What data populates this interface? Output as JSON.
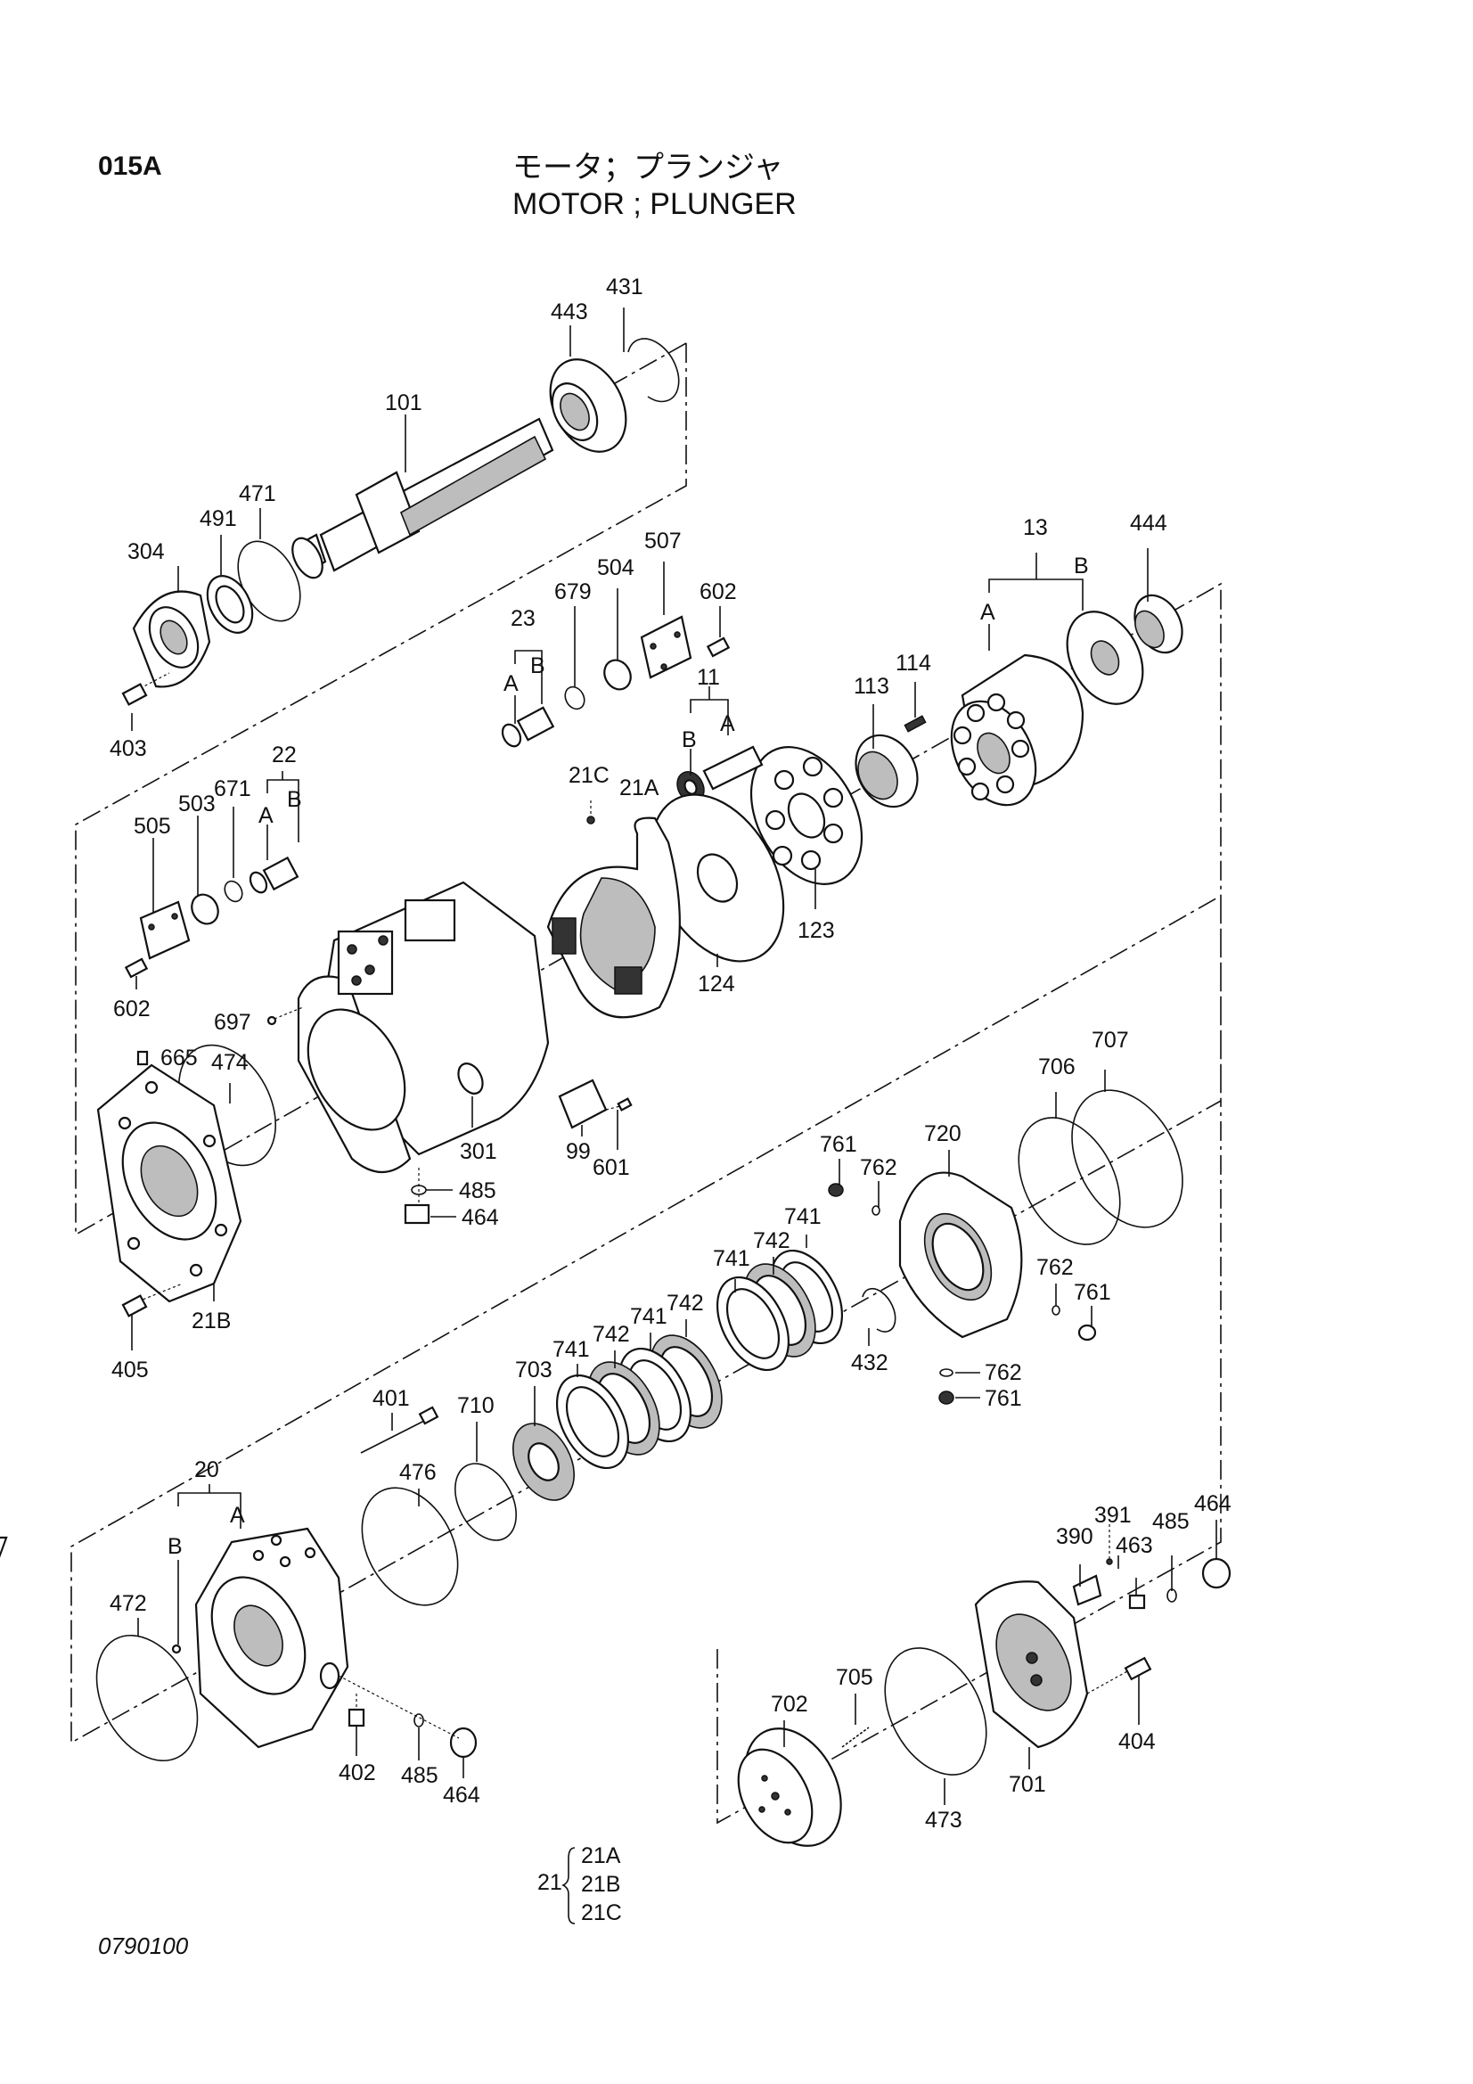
{
  "header": {
    "page_code": "015A",
    "title_jp": "モータ；プランジャ",
    "title_en": "MOTOR ; PLUNGER"
  },
  "footer": {
    "drawing_number": "0790100"
  },
  "callouts": [
    {
      "id": "431",
      "text": "431"
    },
    {
      "id": "443",
      "text": "443"
    },
    {
      "id": "101",
      "text": "101"
    },
    {
      "id": "471",
      "text": "471"
    },
    {
      "id": "491",
      "text": "491"
    },
    {
      "id": "304",
      "text": "304"
    },
    {
      "id": "403",
      "text": "403"
    },
    {
      "id": "507",
      "text": "507"
    },
    {
      "id": "504",
      "text": "504"
    },
    {
      "id": "679",
      "text": "679"
    },
    {
      "id": "602a",
      "text": "602"
    },
    {
      "id": "23",
      "text": "23"
    },
    {
      "id": "23A",
      "text": "A"
    },
    {
      "id": "23B",
      "text": "B"
    },
    {
      "id": "13",
      "text": "13"
    },
    {
      "id": "13A",
      "text": "A"
    },
    {
      "id": "13B",
      "text": "B"
    },
    {
      "id": "444",
      "text": "444"
    },
    {
      "id": "114",
      "text": "114"
    },
    {
      "id": "113",
      "text": "113"
    },
    {
      "id": "11",
      "text": "11"
    },
    {
      "id": "11A",
      "text": "A"
    },
    {
      "id": "11B",
      "text": "B"
    },
    {
      "id": "21C",
      "text": "21C"
    },
    {
      "id": "21A",
      "text": "21A"
    },
    {
      "id": "22",
      "text": "22"
    },
    {
      "id": "22A",
      "text": "A"
    },
    {
      "id": "22B",
      "text": "B"
    },
    {
      "id": "671",
      "text": "671"
    },
    {
      "id": "503",
      "text": "503"
    },
    {
      "id": "505",
      "text": "505"
    },
    {
      "id": "602b",
      "text": "602"
    },
    {
      "id": "123",
      "text": "123"
    },
    {
      "id": "124",
      "text": "124"
    },
    {
      "id": "697",
      "text": "697"
    },
    {
      "id": "665",
      "text": "665"
    },
    {
      "id": "474",
      "text": "474"
    },
    {
      "id": "301",
      "text": "301"
    },
    {
      "id": "99",
      "text": "99"
    },
    {
      "id": "601",
      "text": "601"
    },
    {
      "id": "485a",
      "text": "485"
    },
    {
      "id": "464a",
      "text": "464"
    },
    {
      "id": "405",
      "text": "405"
    },
    {
      "id": "21B",
      "text": "21B"
    },
    {
      "id": "707",
      "text": "707"
    },
    {
      "id": "706",
      "text": "706"
    },
    {
      "id": "720",
      "text": "720"
    },
    {
      "id": "761a",
      "text": "761"
    },
    {
      "id": "762a",
      "text": "762"
    },
    {
      "id": "741a",
      "text": "741"
    },
    {
      "id": "742a",
      "text": "742"
    },
    {
      "id": "741b",
      "text": "741"
    },
    {
      "id": "762b",
      "text": "762"
    },
    {
      "id": "761b",
      "text": "761"
    },
    {
      "id": "742b",
      "text": "742"
    },
    {
      "id": "741c",
      "text": "741"
    },
    {
      "id": "742c",
      "text": "742"
    },
    {
      "id": "741d",
      "text": "741"
    },
    {
      "id": "703",
      "text": "703"
    },
    {
      "id": "432",
      "text": "432"
    },
    {
      "id": "762c",
      "text": "762"
    },
    {
      "id": "761c",
      "text": "761"
    },
    {
      "id": "401",
      "text": "401"
    },
    {
      "id": "710",
      "text": "710"
    },
    {
      "id": "20",
      "text": "20"
    },
    {
      "id": "20A",
      "text": "A"
    },
    {
      "id": "20B",
      "text": "B"
    },
    {
      "id": "476",
      "text": "476"
    },
    {
      "id": "472",
      "text": "472"
    },
    {
      "id": "391",
      "text": "391"
    },
    {
      "id": "390",
      "text": "390"
    },
    {
      "id": "485b",
      "text": "485"
    },
    {
      "id": "464b",
      "text": "464"
    },
    {
      "id": "463",
      "text": "463"
    },
    {
      "id": "705",
      "text": "705"
    },
    {
      "id": "702",
      "text": "702"
    },
    {
      "id": "701",
      "text": "701"
    },
    {
      "id": "404",
      "text": "404"
    },
    {
      "id": "402",
      "text": "402"
    },
    {
      "id": "485c",
      "text": "485"
    },
    {
      "id": "464c",
      "text": "464"
    },
    {
      "id": "473",
      "text": "473"
    }
  ],
  "legend": {
    "parent": "21",
    "children": [
      "21A",
      "21B",
      "21C"
    ]
  }
}
